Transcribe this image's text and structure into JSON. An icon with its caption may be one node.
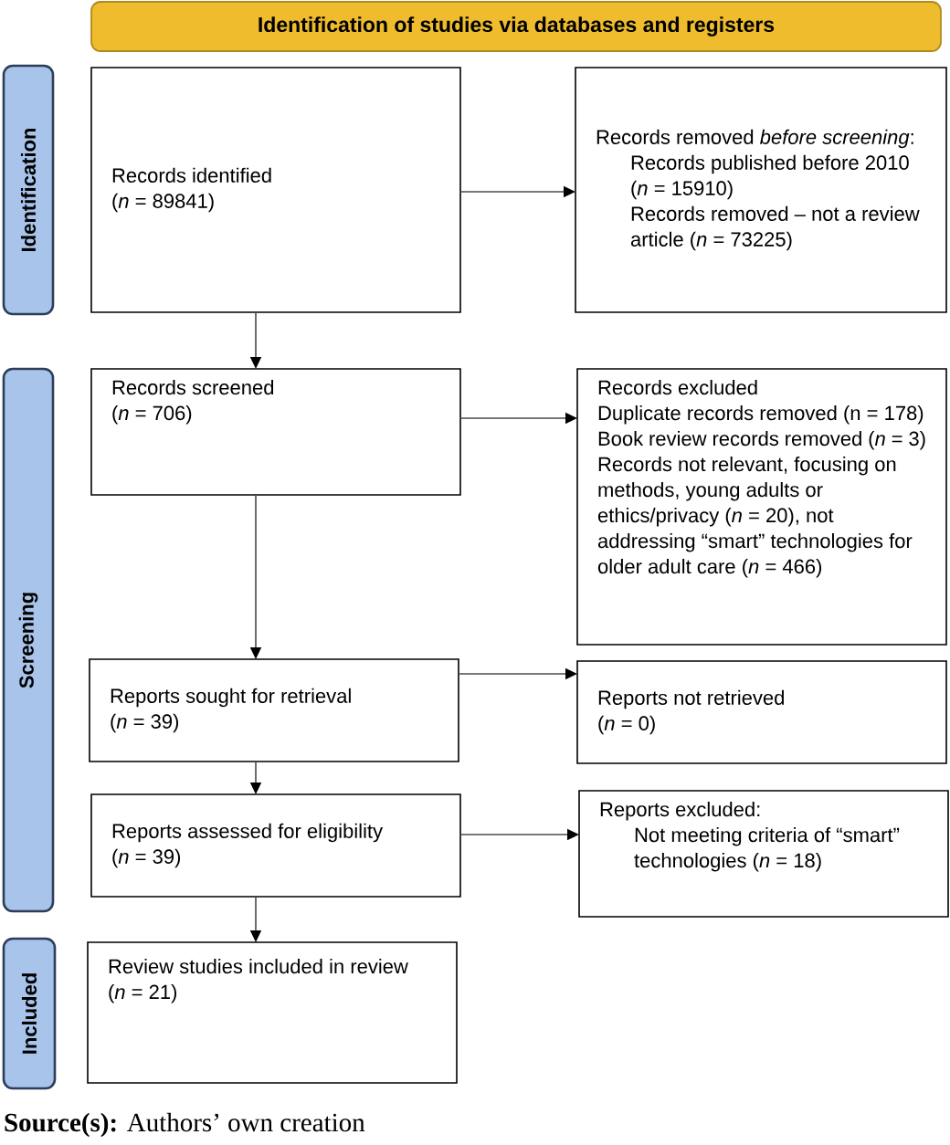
{
  "diagram": {
    "caption": "**Source(s):** Authors’ own creation",
    "nodes": [
      {
        "text": [
          "Identification of studies via databases and registers"
        ]
      },
      {
        "text": [
          "Identification"
        ]
      },
      {
        "text": [
          "Records identified",
          "(*n* = 89841)"
        ]
      },
      {
        "text": [
          "Records removed *before screening*:",
          "Records published before 2010 (*n* = 15910)",
          "Records removed – not a review article (*n* = 73225)"
        ]
      },
      {
        "text": [
          "Screening"
        ]
      },
      {
        "text": [
          "Records screened",
          "(*n* = 706)"
        ]
      },
      {
        "text": [
          "Records excluded",
          "Duplicate records removed (n = 178)",
          "Book review records removed (*n* = 3)",
          "Records not relevant, focusing on methods, young adults or ethics/privacy (*n* = 20), not addressing “smart” technologies for older adult care (*n* = 466)"
        ]
      },
      {
        "text": [
          "Reports sought for retrieval",
          "(*n* = 39)"
        ]
      },
      {
        "text": [
          "Reports not retrieved",
          "(*n* = 0)"
        ]
      },
      {
        "text": [
          "Reports assessed for eligibility",
          "(*n* = 39)"
        ]
      },
      {
        "text": [
          "Reports excluded:",
          "Not meeting criteria of “smart” technologies (*n* = 18)"
        ]
      },
      {
        "text": [
          "Included"
        ]
      },
      {
        "text": [
          "Review studies included in review",
          "(*n* = 21)"
        ]
      }
    ],
    "edges": [
      {
        "from": 2,
        "to": 3,
        "arrow": "to"
      },
      {
        "from": 2,
        "to": 5,
        "arrow": "to"
      },
      {
        "from": 5,
        "to": 6,
        "arrow": "to"
      },
      {
        "from": 5,
        "to": 7,
        "arrow": "to"
      },
      {
        "from": 7,
        "to": 8,
        "arrow": "to"
      },
      {
        "from": 7,
        "to": 9,
        "arrow": "to"
      },
      {
        "from": 9,
        "to": 10,
        "arrow": "to"
      },
      {
        "from": 9,
        "to": 12,
        "arrow": "to"
      }
    ]
  }
}
